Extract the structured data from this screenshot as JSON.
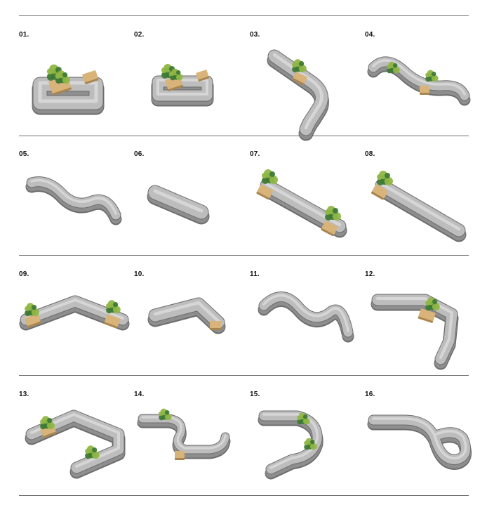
{
  "labels": [
    "01.",
    "02.",
    "03.",
    "04.",
    "05.",
    "06.",
    "07.",
    "08.",
    "09.",
    "10.",
    "11.",
    "12.",
    "13.",
    "14.",
    "15.",
    "16."
  ],
  "colors": {
    "seat": "#bdbdbd",
    "seat_shade": "#8e8e8e",
    "seat_edge": "#6c6c6c",
    "wood": "#d9b47a",
    "wood_edge": "#a98650",
    "plant_dark": "#3f7a35",
    "plant_light": "#8fb644",
    "rule": "#6e6e6e"
  },
  "icons": [
    "bench-module-icon",
    "planter-icon",
    "plant-icon"
  ]
}
